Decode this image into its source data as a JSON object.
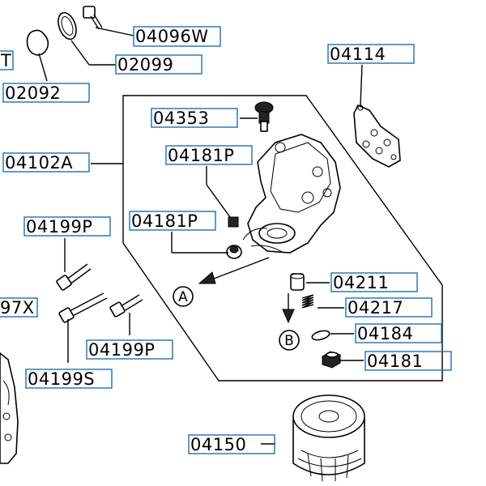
{
  "callouts": [
    {
      "id": "04096W",
      "label": "04096W"
    },
    {
      "id": "02099",
      "label": "02099"
    },
    {
      "id": "02092",
      "label": "02092"
    },
    {
      "id": "04114",
      "label": "04114"
    },
    {
      "id": "04353",
      "label": "04353"
    },
    {
      "id": "04102A",
      "label": "04102A"
    },
    {
      "id": "04181P_a",
      "label": "04181P"
    },
    {
      "id": "04181P_b",
      "label": "04181P"
    },
    {
      "id": "04199P_a",
      "label": "04199P"
    },
    {
      "id": "04199P_b",
      "label": "04199P"
    },
    {
      "id": "04199S",
      "label": "04199S"
    },
    {
      "id": "04211",
      "label": "04211"
    },
    {
      "id": "04217",
      "label": "04217"
    },
    {
      "id": "04184",
      "label": "04184"
    },
    {
      "id": "04181",
      "label": "04181"
    },
    {
      "id": "04150",
      "label": "04150"
    },
    {
      "id": "cut_T",
      "label": "T"
    },
    {
      "id": "cut_97X",
      "label": "97X"
    }
  ],
  "markers": {
    "a": "A",
    "b": "B"
  }
}
